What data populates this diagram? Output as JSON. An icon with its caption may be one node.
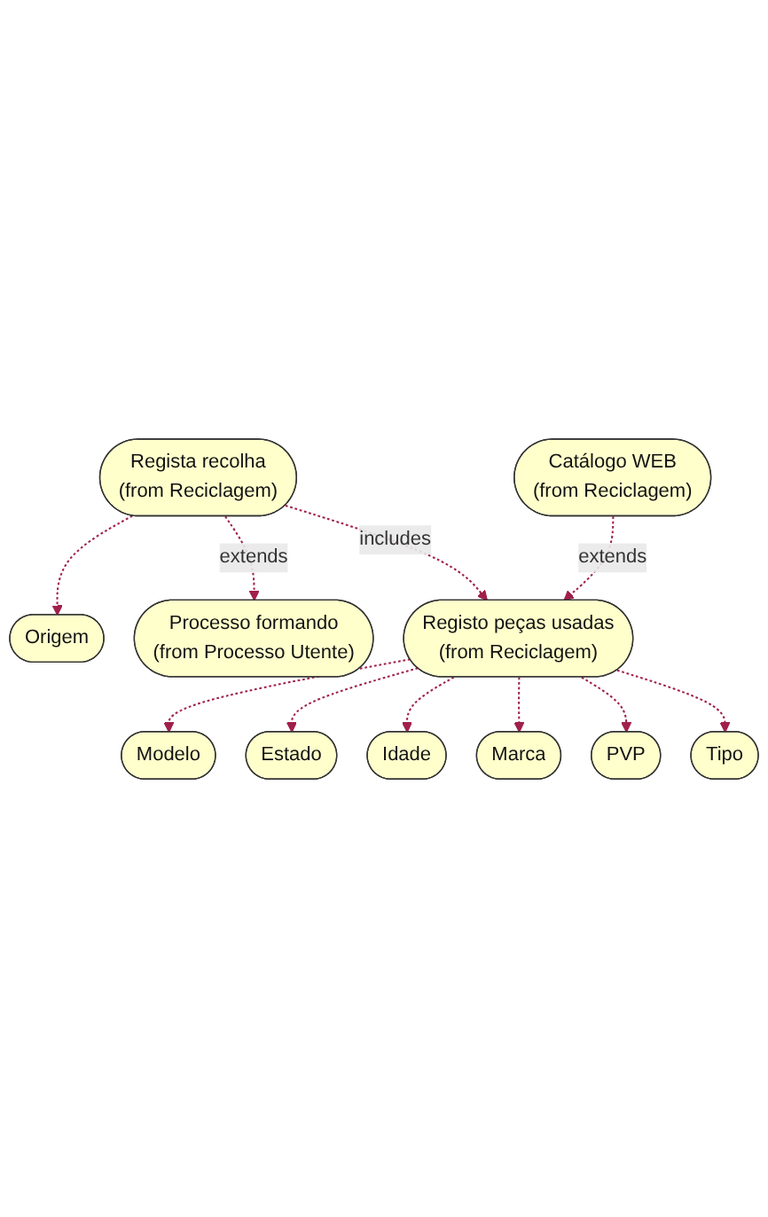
{
  "diagram": {
    "nodes": [
      {
        "text": [
          "Regista recolha",
          "(from Reciclagem)"
        ]
      },
      {
        "text": [
          "Origem"
        ]
      },
      {
        "text": [
          "Processo formando",
          "(from Processo Utente)"
        ]
      },
      {
        "text": [
          "Catálogo WEB",
          "(from Reciclagem)"
        ]
      },
      {
        "text": [
          "Registo peças usadas",
          "(from Reciclagem)"
        ]
      },
      {
        "text": [
          "Modelo"
        ]
      },
      {
        "text": [
          "Estado"
        ]
      },
      {
        "text": [
          "Idade"
        ]
      },
      {
        "text": [
          "Marca"
        ]
      },
      {
        "text": [
          "PVP"
        ]
      },
      {
        "text": [
          "Tipo"
        ]
      }
    ],
    "edges": [
      {
        "from": 0,
        "to": 1,
        "arrow": "to",
        "style": "dashed"
      },
      {
        "from": 0,
        "to": 2,
        "arrow": "to",
        "style": "dashed",
        "label": "extends"
      },
      {
        "from": 0,
        "to": 4,
        "arrow": "to",
        "style": "dashed",
        "label": "includes"
      },
      {
        "from": 3,
        "to": 4,
        "arrow": "to",
        "style": "dashed",
        "label": "extends"
      },
      {
        "from": 4,
        "to": 5,
        "arrow": "to",
        "style": "dashed"
      },
      {
        "from": 4,
        "to": 6,
        "arrow": "to",
        "style": "dashed"
      },
      {
        "from": 4,
        "to": 7,
        "arrow": "to",
        "style": "dashed"
      },
      {
        "from": 4,
        "to": 8,
        "arrow": "to",
        "style": "dashed"
      },
      {
        "from": 4,
        "to": 9,
        "arrow": "to",
        "style": "dashed"
      },
      {
        "from": 4,
        "to": 10,
        "arrow": "to",
        "style": "dashed"
      }
    ]
  }
}
